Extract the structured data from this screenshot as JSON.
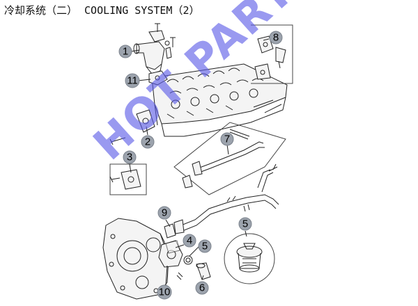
{
  "header": {
    "title_cn": "冷却系统（二）",
    "title_en": "COOLING SYSTEM（2）"
  },
  "callouts": [
    {
      "id": "part-1",
      "label": "1"
    },
    {
      "id": "part-2",
      "label": "2"
    },
    {
      "id": "part-3",
      "label": "3"
    },
    {
      "id": "part-4",
      "label": "4"
    },
    {
      "id": "part-5a",
      "label": "5"
    },
    {
      "id": "part-5b",
      "label": "5"
    },
    {
      "id": "part-6",
      "label": "6"
    },
    {
      "id": "part-7",
      "label": "7"
    },
    {
      "id": "part-8",
      "label": "8"
    },
    {
      "id": "part-9",
      "label": "9"
    },
    {
      "id": "part-10",
      "label": "10"
    },
    {
      "id": "part-11",
      "label": "11"
    }
  ],
  "watermark": "HOT PARTS",
  "colors": {
    "callout_fill": "#9ca3ad",
    "watermark": "#5a5ae6"
  }
}
